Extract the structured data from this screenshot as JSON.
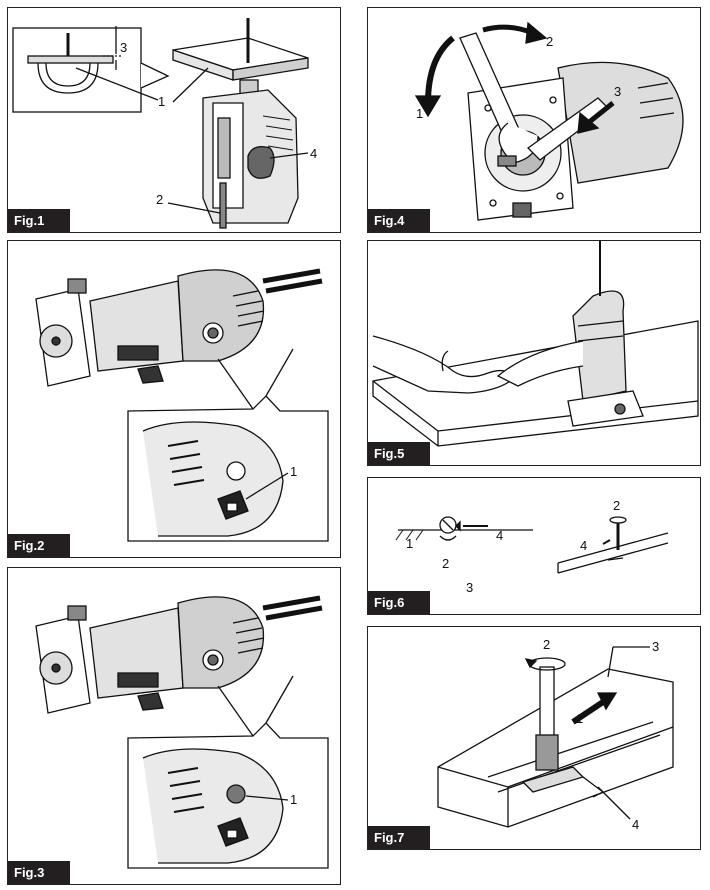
{
  "figures": [
    {
      "label": "Fig.1",
      "callouts": [
        "3",
        "1",
        "4",
        "2"
      ]
    },
    {
      "label": "Fig.2",
      "callouts": [
        "1"
      ]
    },
    {
      "label": "Fig.3",
      "callouts": [
        "1"
      ]
    },
    {
      "label": "Fig.4",
      "callouts": [
        "2",
        "1",
        "3"
      ]
    },
    {
      "label": "Fig.5",
      "callouts": []
    },
    {
      "label": "Fig.6",
      "callouts": [
        "1",
        "4",
        "2",
        "3",
        "2",
        "4"
      ]
    },
    {
      "label": "Fig.7",
      "callouts": [
        "2",
        "3",
        "1",
        "4"
      ]
    }
  ]
}
